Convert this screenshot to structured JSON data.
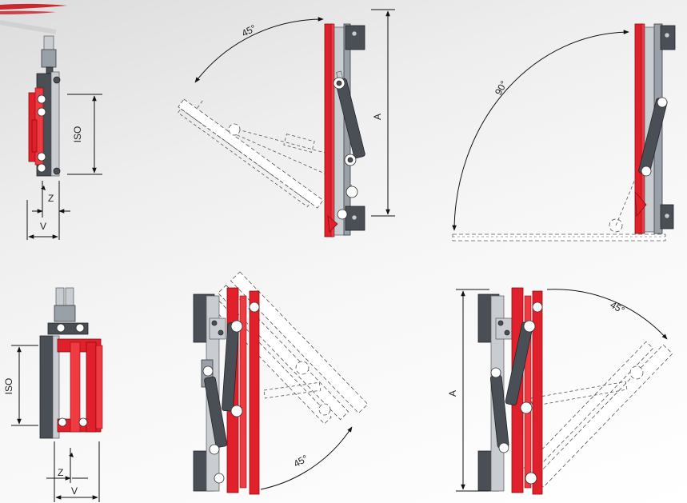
{
  "labels": {
    "iso": "ISO",
    "z": "Z",
    "v": "V",
    "a": "A",
    "angle_45": "45°",
    "angle_90": "90°"
  },
  "colors": {
    "frame_red": "#e0202a",
    "steel_dark": "#4a4e55",
    "steel_grey": "#9aa0a8"
  }
}
